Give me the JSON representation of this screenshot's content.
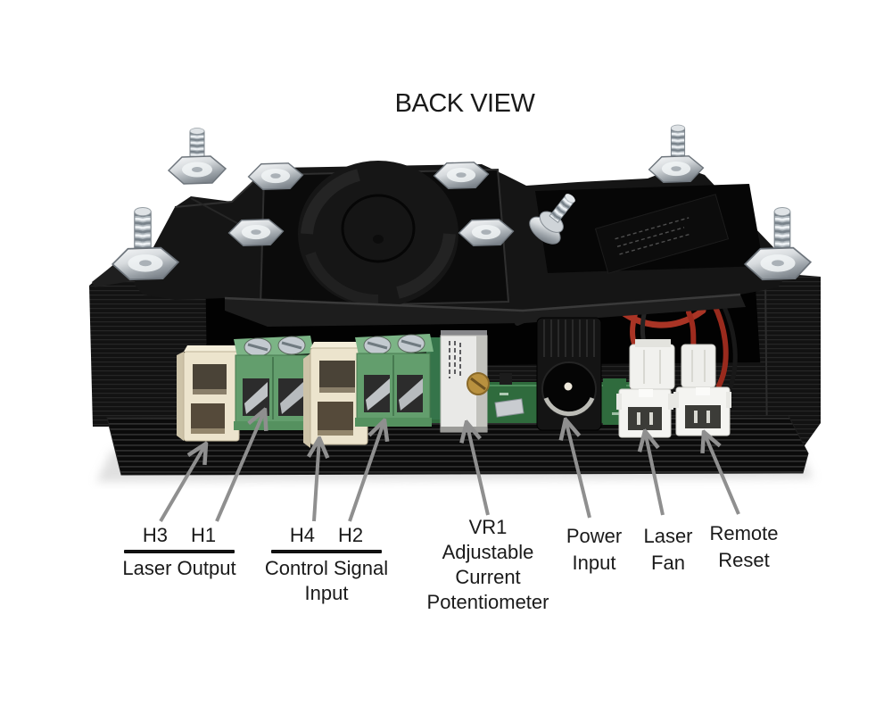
{
  "title": "BACK VIEW",
  "callouts": {
    "laser_output": {
      "pin_a": "H3",
      "pin_b": "H1",
      "name": "Laser Output"
    },
    "control_signal": {
      "pin_a": "H4",
      "pin_b": "H2",
      "name_line1": "Control Signal",
      "name_line2": "Input"
    },
    "vr1": {
      "ref": "VR1",
      "line1": "Adjustable",
      "line2": "Current",
      "line3": "Potentiometer"
    },
    "power_input": {
      "line1": "Power",
      "line2": "Input"
    },
    "laser_fan": {
      "line1": "Laser",
      "line2": "Fan"
    },
    "remote_reset": {
      "line1": "Remote",
      "line2": "Reset"
    }
  },
  "colors": {
    "background": "#ffffff",
    "enclosure_black": "#151515",
    "pcb_green": "#2f6b3d",
    "terminal_green": "#639e6d",
    "connector_beige": "#ece4cd",
    "hardware_silver": "#c9ced2",
    "wire_red": "#a93425",
    "brass": "#b9913f",
    "annotation_gray": "#8f8f8f",
    "text_black": "#1a1a1a"
  }
}
